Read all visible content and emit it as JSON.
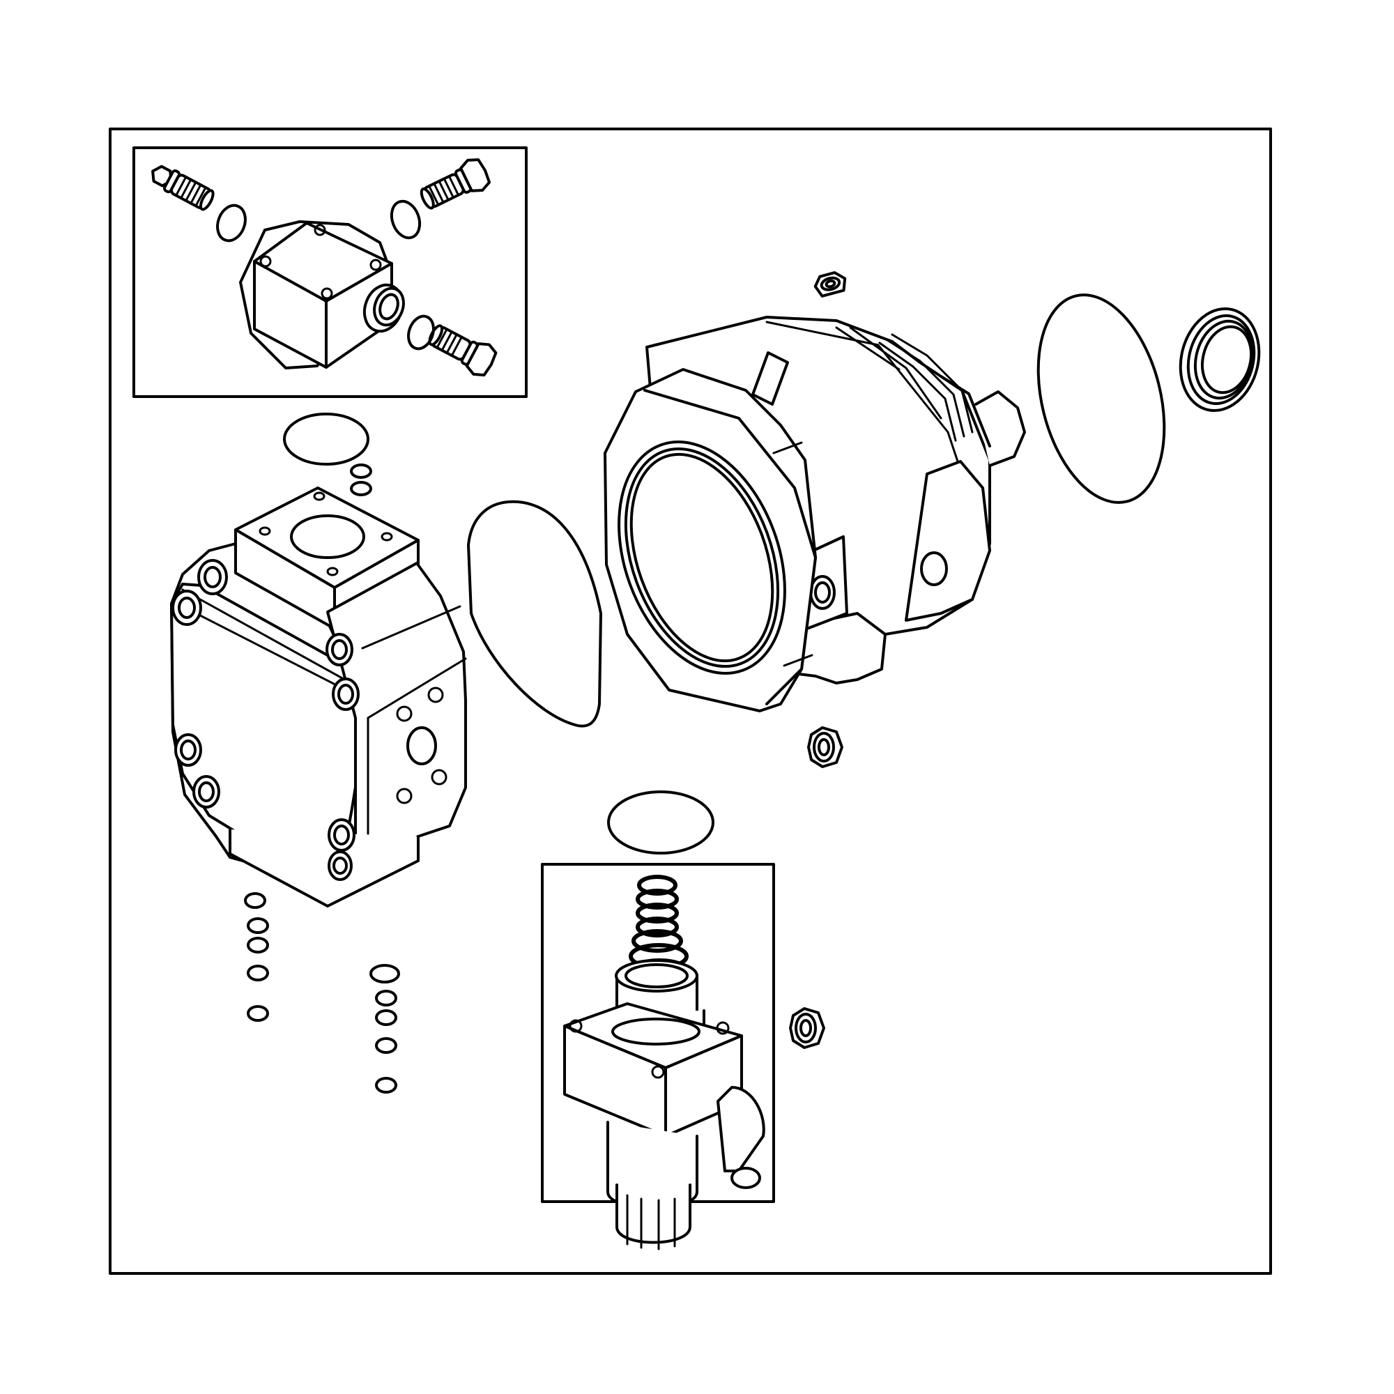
{
  "diagram": {
    "kind": "exploded-parts-view",
    "line_color": "#000000",
    "background": "#ffffff",
    "parts": [
      "outer-frame",
      "inset-top-left-sensor-block",
      "banjo-bolt-upper-left",
      "banjo-bolt-upper-right",
      "banjo-bolt-lower",
      "sensor-block",
      "main-valve-housing",
      "large-gasket",
      "pump-flange-housing",
      "large-o-ring-right",
      "shaft-seal",
      "small-nuts",
      "small-o-rings",
      "inset-bottom-solenoid-valve",
      "solenoid-valve-with-spring"
    ]
  }
}
